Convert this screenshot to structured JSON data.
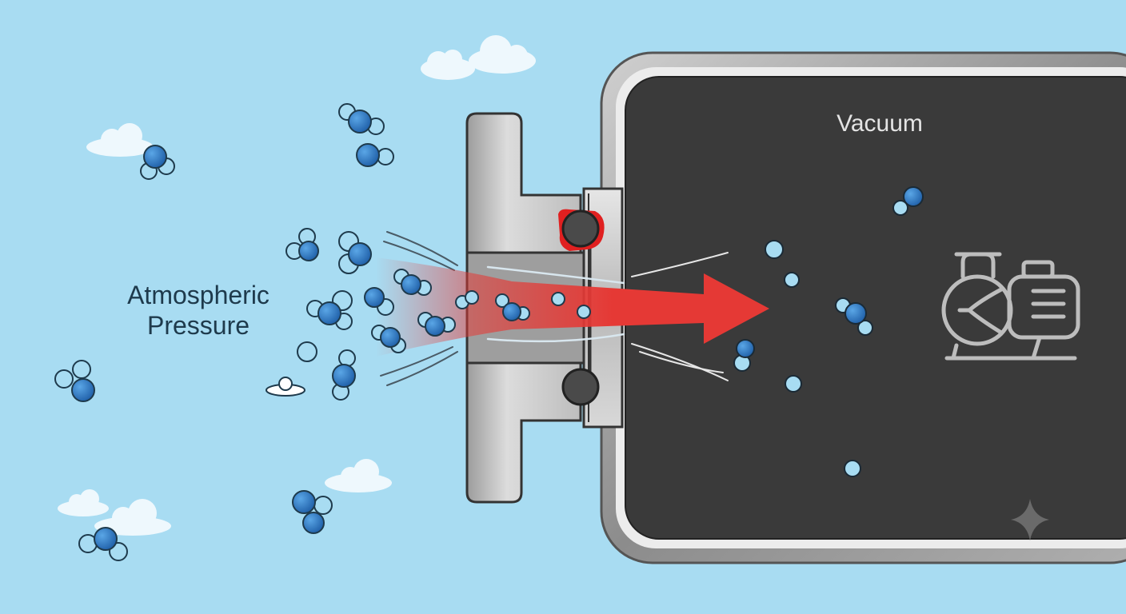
{
  "labels": {
    "atmosphere_line1": "Atmospheric",
    "atmosphere_line2": "Pressure",
    "vacuum": "Vacuum"
  },
  "colors": {
    "sky": "#a8dcf2",
    "chamber_interior": "#3a3a3a",
    "chamber_frame": "#9a9a9a",
    "flange_metal": "#c4c4c4",
    "leak_arrow": "#e53935",
    "seal_leak": "#e02020",
    "molecule_blue": "#2e7dc4",
    "molecule_light": "#a8dcf2",
    "pump_line": "#bdbdbd",
    "cloud": "#eef8fd"
  },
  "icons": {
    "pump": "vacuum-pump-icon",
    "cloud": "cloud-icon",
    "molecule": "molecule-icon",
    "sparkle": "sparkle-icon"
  }
}
